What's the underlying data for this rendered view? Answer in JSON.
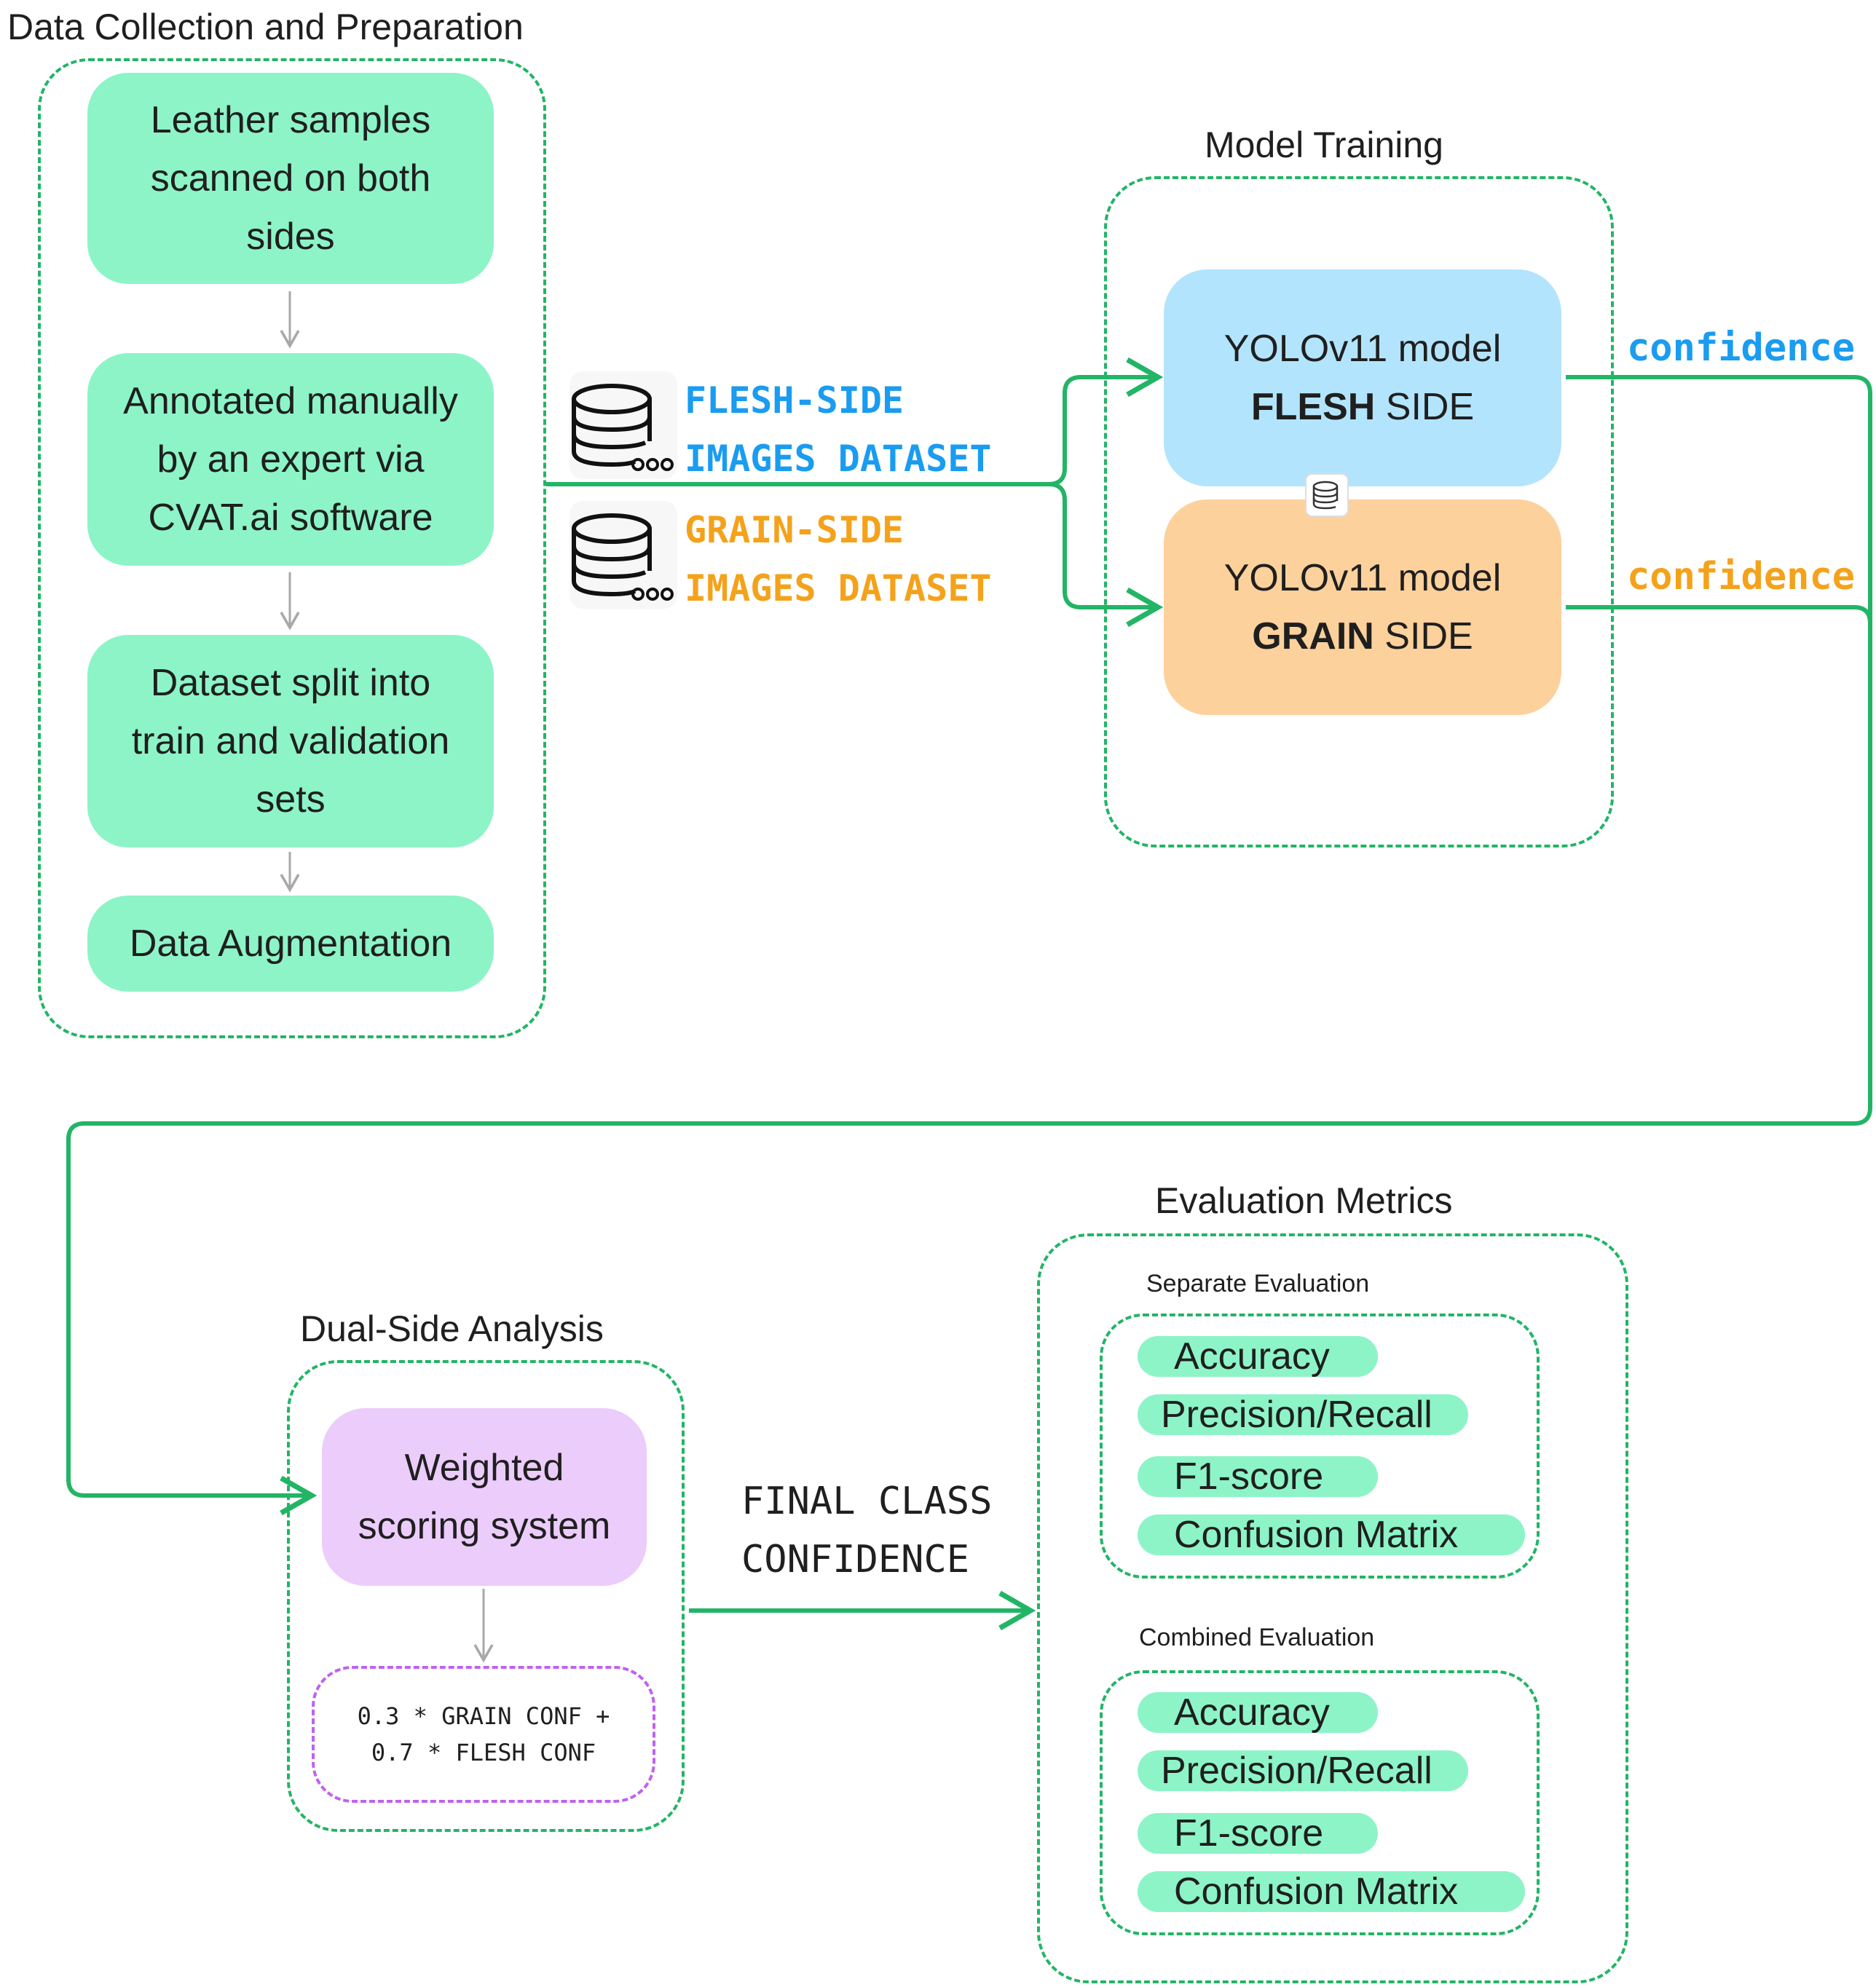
{
  "colors": {
    "green_line": "#22b566",
    "pill_green": "#8df4c7",
    "flesh_blue": "#b3e4fd",
    "grain_orange": "#fdd19b",
    "weighted_purple": "#ecccfb",
    "formula_border": "#c061f0",
    "blue_text": "#1a9cf0",
    "orange_text": "#f4a21b"
  },
  "data_collection": {
    "title": "Data Collection and Preparation",
    "steps": [
      [
        "Leather samples",
        "scanned on both",
        "sides"
      ],
      [
        "Annotated manually",
        "by an expert via",
        "CVAT.ai software"
      ],
      [
        "Dataset split into",
        "train and validation",
        "sets"
      ],
      [
        "Data Augmentation"
      ]
    ]
  },
  "datasets": {
    "flesh": [
      "FLESH-SIDE",
      "IMAGES DATASET"
    ],
    "grain": [
      "GRAIN-SIDE",
      "IMAGES DATASET"
    ],
    "icon": "database-icon"
  },
  "model_training": {
    "title": "Model Training",
    "flesh_model": {
      "line1": "YOLOv11 model",
      "bold": "FLESH",
      "rest": " SIDE"
    },
    "grain_model": {
      "line1": "YOLOv11 model",
      "bold": "GRAIN",
      "rest": " SIDE"
    },
    "confidence_flesh": "confidence",
    "confidence_grain": "confidence"
  },
  "dual_side": {
    "title": "Dual-Side Analysis",
    "box": [
      "Weighted",
      "scoring system"
    ],
    "formula": [
      "0.3 * GRAIN CONF +",
      "0.7 * FLESH CONF"
    ]
  },
  "final_label": [
    "FINAL CLASS",
    "CONFIDENCE"
  ],
  "evaluation": {
    "title": "Evaluation Metrics",
    "separate_title": "Separate Evaluation",
    "combined_title": "Combined Evaluation",
    "separate": [
      "Accuracy",
      "Precision/Recall",
      "F1-score",
      "Confusion Matrix"
    ],
    "combined": [
      "Accuracy",
      "Precision/Recall",
      "F1-score",
      "Confusion Matrix"
    ]
  }
}
